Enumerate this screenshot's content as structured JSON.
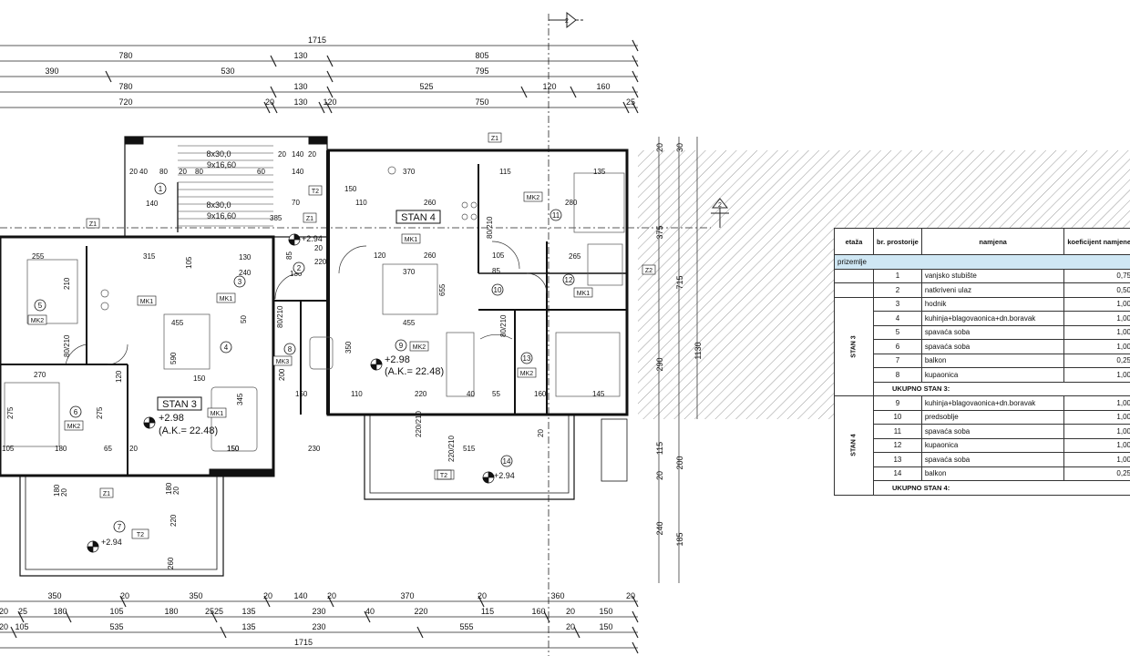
{
  "top_dims": {
    "r1": [
      "1715"
    ],
    "r2": [
      "780",
      "130",
      "805"
    ],
    "r3": [
      "390",
      "530",
      "795"
    ],
    "r4": [
      "780",
      "130",
      "525",
      "120",
      "160"
    ],
    "r5": [
      "720",
      "20",
      "130",
      "120",
      "750",
      "25"
    ]
  },
  "bottom_dims": {
    "r1": [
      "350",
      "20",
      "350",
      "20",
      "140",
      "20",
      "370",
      "20",
      "360",
      "20"
    ],
    "r2": [
      "20",
      "25",
      "180",
      "105",
      "180",
      "25",
      "25",
      "135",
      "230",
      "40",
      "220",
      "115",
      "160",
      "20",
      "150"
    ],
    "r3": [
      "20",
      "105",
      "535",
      "135",
      "230",
      "555",
      "20",
      "150"
    ],
    "r4": [
      "1715"
    ]
  },
  "right_dims": [
    "20",
    "30",
    "375",
    "715",
    "1130",
    "290",
    "115",
    "200",
    "20",
    "240",
    "185"
  ],
  "interior_dims": [
    "8x30,0",
    "9x16,60",
    "8x30,0",
    "9x16,60",
    "20",
    "40",
    "80",
    "20",
    "80",
    "60",
    "140",
    "140",
    "70",
    "140",
    "385",
    "20",
    "20",
    "130",
    "150",
    "110",
    "260",
    "370",
    "115",
    "135",
    "280",
    "260",
    "80/210",
    "255",
    "315",
    "240",
    "210",
    "105",
    "50",
    "130",
    "220",
    "85",
    "20",
    "120",
    "370",
    "105",
    "85",
    "265",
    "655",
    "455",
    "455",
    "590",
    "350",
    "80/210",
    "80/210",
    "80/210",
    "270",
    "120",
    "275",
    "275",
    "345",
    "200",
    "150",
    "110",
    "220",
    "40",
    "55",
    "160",
    "145",
    "150",
    "150",
    "105",
    "180",
    "65",
    "20",
    "150",
    "230",
    "515",
    "180",
    "20",
    "180",
    "20",
    "220",
    "220/210",
    "220/210",
    "20",
    "260"
  ],
  "rooms": [
    {
      "num": "1",
      "tag": ""
    },
    {
      "num": "2",
      "tag": ""
    },
    {
      "num": "3",
      "tag": "MK1"
    },
    {
      "num": "4",
      "tag": "MK1"
    },
    {
      "num": "5",
      "tag": "MK2"
    },
    {
      "num": "6",
      "tag": "MK2"
    },
    {
      "num": "7",
      "tag": "T2"
    },
    {
      "num": "8",
      "tag": "MK3"
    },
    {
      "num": "9",
      "tag": "MK2"
    },
    {
      "num": "10",
      "tag": ""
    },
    {
      "num": "11",
      "tag": "MK2"
    },
    {
      "num": "12",
      "tag": "MK1"
    },
    {
      "num": "13",
      "tag": "MK2"
    },
    {
      "num": "14",
      "tag": "T2"
    }
  ],
  "markers": [
    "Z1",
    "Z1",
    "Z1",
    "Z1",
    "Z2",
    "T2",
    "T2",
    "MK1",
    "MK1",
    "2",
    "2"
  ],
  "apartments": [
    {
      "name": "STAN 3",
      "level": "+2.98",
      "area": "(A.K.= 22.48)"
    },
    {
      "name": "STAN 4",
      "level": "+2.98",
      "area": "(A.K.= 22.48)"
    }
  ],
  "levels": [
    "+2.94",
    "+2.94",
    "+2.94"
  ],
  "schedule": {
    "headers": [
      "etaža",
      "br. prostorije",
      "namjena",
      "koeficijent namjene"
    ],
    "floor": "prizemlje",
    "rows_top": [
      {
        "num": "1",
        "name": "vanjsko stubište",
        "coef": "0,75"
      },
      {
        "num": "2",
        "name": "natkriveni ulaz",
        "coef": "0,50"
      }
    ],
    "stan3_label": "STAN 3",
    "stan3_rows": [
      {
        "num": "3",
        "name": "hodnik",
        "coef": "1,00"
      },
      {
        "num": "4",
        "name": "kuhinja+blagovaonica+dn.boravak",
        "coef": "1,00"
      },
      {
        "num": "5",
        "name": "spavaća soba",
        "coef": "1,00"
      },
      {
        "num": "6",
        "name": "spavaća soba",
        "coef": "1,00"
      },
      {
        "num": "7",
        "name": "balkon",
        "coef": "0,25"
      },
      {
        "num": "8",
        "name": "kupaonica",
        "coef": "1,00"
      }
    ],
    "stan3_total": "UKUPNO STAN 3:",
    "stan4_label": "STAN 4",
    "stan4_rows": [
      {
        "num": "9",
        "name": "kuhinja+blagovaonica+dn.boravak",
        "coef": "1,00"
      },
      {
        "num": "10",
        "name": "predsoblje",
        "coef": "1,00"
      },
      {
        "num": "11",
        "name": "spavaća soba",
        "coef": "1,00"
      },
      {
        "num": "12",
        "name": "kupaonica",
        "coef": "1,00"
      },
      {
        "num": "13",
        "name": "spavaća soba",
        "coef": "1,00"
      },
      {
        "num": "14",
        "name": "balkon",
        "coef": "0,25"
      }
    ],
    "stan4_total": "UKUPNO STAN 4:"
  }
}
